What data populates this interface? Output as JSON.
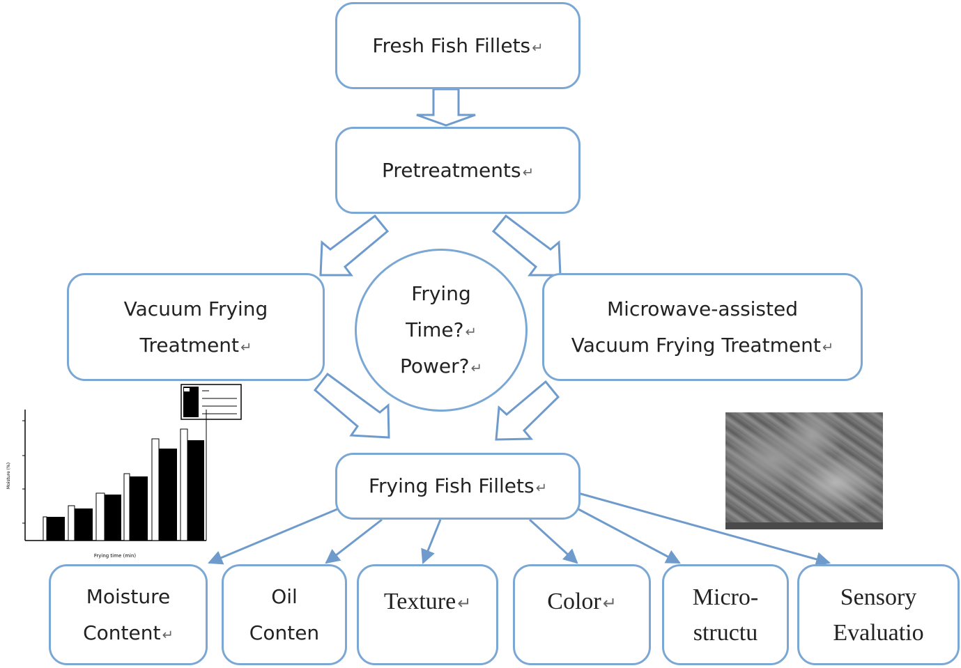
{
  "nodes": {
    "fresh": "Fresh Fish Fillets",
    "pretreat": "Pretreatments",
    "vacuum": [
      "Vacuum Frying",
      "Treatment"
    ],
    "center": [
      "Frying",
      "Time?",
      "Power?"
    ],
    "microwave": [
      "Microwave-assisted",
      "Vacuum Frying Treatment"
    ],
    "frying_fillets": "Frying Fish Fillets"
  },
  "outcomes": [
    [
      "Moisture",
      "Content"
    ],
    [
      "Oil",
      "Conten"
    ],
    [
      "Texture"
    ],
    [
      "Color"
    ],
    [
      "Micro-",
      "structu"
    ],
    [
      "Sensory",
      "Evaluatio"
    ]
  ],
  "return_mark": "↵",
  "colors": {
    "border": "#7aa7d4",
    "arrow": "#6f9bcc",
    "text": "#222222"
  },
  "inset_chart": {
    "xlabel": "Frying time (min)",
    "ylabel": "Moisture (%)"
  }
}
